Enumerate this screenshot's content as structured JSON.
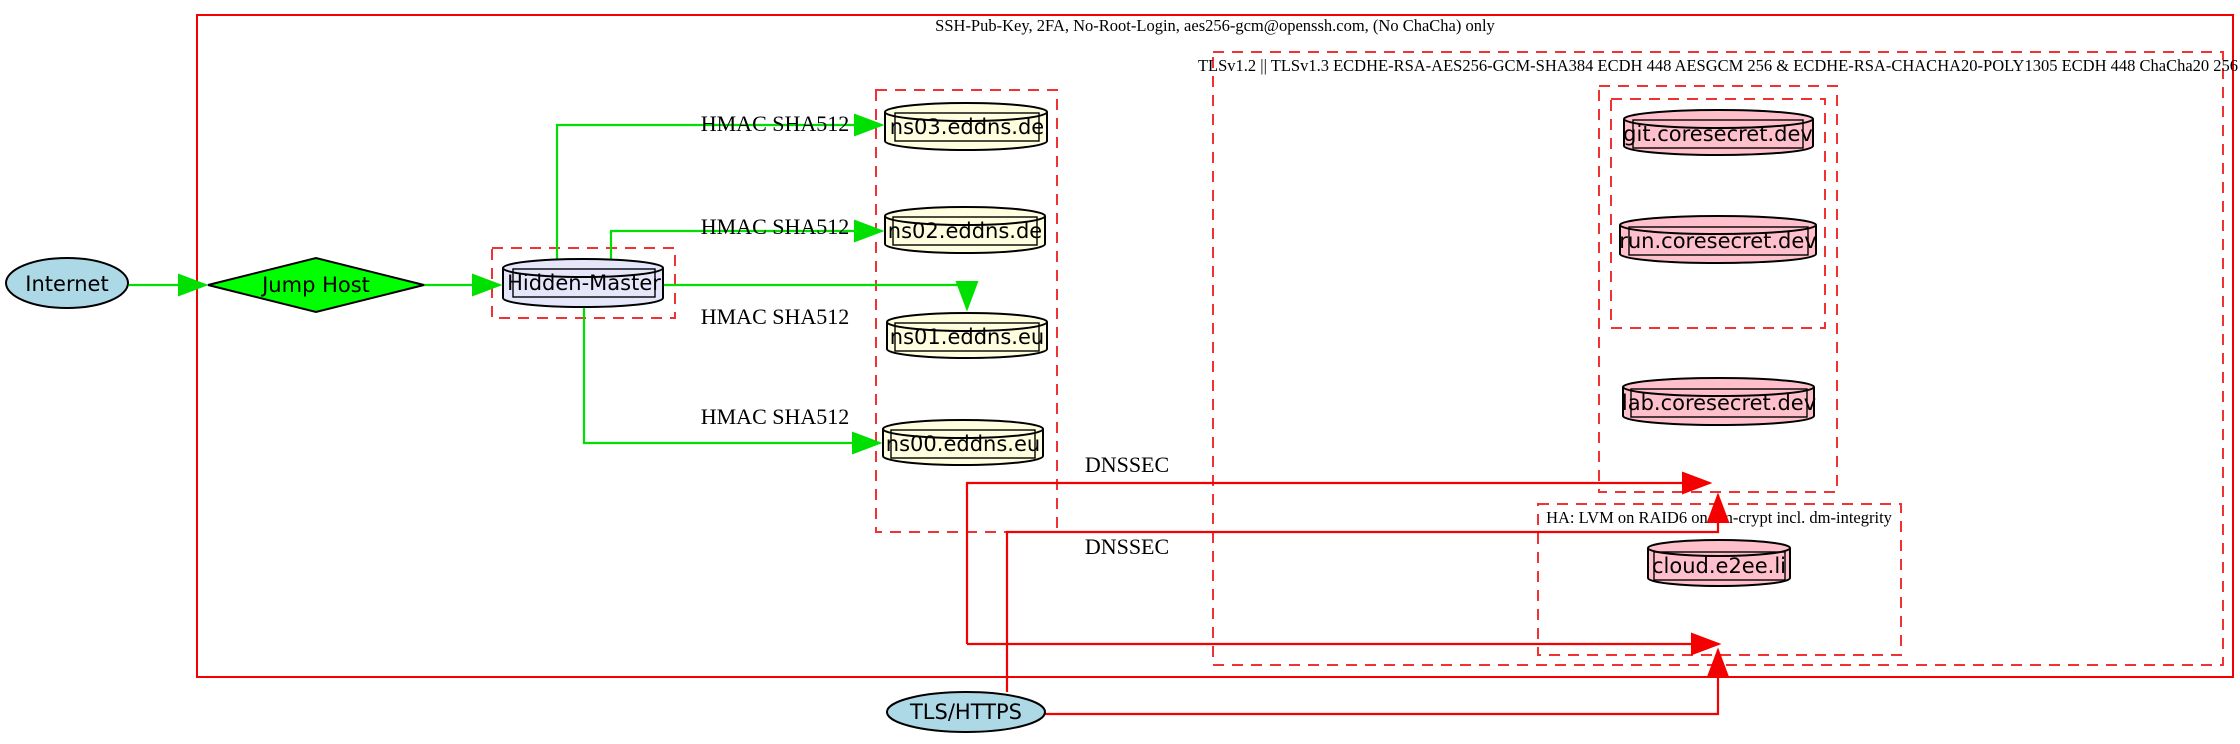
{
  "diagram": {
    "type": "network-security-topology",
    "clusters": {
      "ssh": {
        "label": "SSH-Pub-Key, 2FA, No-Root-Login, aes256-gcm@openssh.com, (No ChaCha) only"
      },
      "tls": {
        "label": "TLSv1.2 || TLSv1.3 ECDHE-RSA-AES256-GCM-SHA384 ECDH 448 AESGCM 256 & ECDHE-RSA-CHACHA20-POLY1305 ECDH 448 ChaCha20 256"
      },
      "ha": {
        "label": "HA: LVM on RAID6 on dm-crypt incl. dm-integrity"
      }
    },
    "nodes": {
      "internet": {
        "label": "Internet",
        "shape": "ellipse",
        "fill": "#add8e6"
      },
      "jump_host": {
        "label": "Jump Host",
        "shape": "diamond",
        "fill": "#00ff00"
      },
      "hidden_master": {
        "label": "Hidden-Master",
        "shape": "cylinder",
        "fill": "#e6e6fa"
      },
      "ns03": {
        "label": "ns03.eddns.de",
        "shape": "cylinder",
        "fill": "#ffffe0"
      },
      "ns02": {
        "label": "ns02.eddns.de",
        "shape": "cylinder",
        "fill": "#ffffe0"
      },
      "ns01": {
        "label": "ns01.eddns.eu",
        "shape": "cylinder",
        "fill": "#ffffe0"
      },
      "ns00": {
        "label": "ns00.eddns.eu",
        "shape": "cylinder",
        "fill": "#ffffe0"
      },
      "git": {
        "label": "git.coresecret.dev",
        "shape": "cylinder",
        "fill": "#ffc0cb"
      },
      "run": {
        "label": "run.coresecret.dev",
        "shape": "cylinder",
        "fill": "#ffc0cb"
      },
      "lab": {
        "label": "lab.coresecret.dev",
        "shape": "cylinder",
        "fill": "#ffc0cb"
      },
      "cloud": {
        "label": "cloud.e2ee.li",
        "shape": "cylinder",
        "fill": "#ffc0cb"
      },
      "tls_https": {
        "label": "TLS/HTTPS",
        "shape": "ellipse",
        "fill": "#add8e6"
      }
    },
    "edge_labels": {
      "hmac": "HMAC SHA512",
      "dnssec": "DNSSEC"
    },
    "colors": {
      "edge_green": "#00e000",
      "edge_red": "#f40000",
      "cluster_red": "#f03232",
      "node_blue": "#add8e6",
      "node_green": "#00ff00",
      "node_lavender": "#e6e6fa",
      "node_yellow": "#ffffe0",
      "node_pink": "#ffc0cb"
    }
  }
}
